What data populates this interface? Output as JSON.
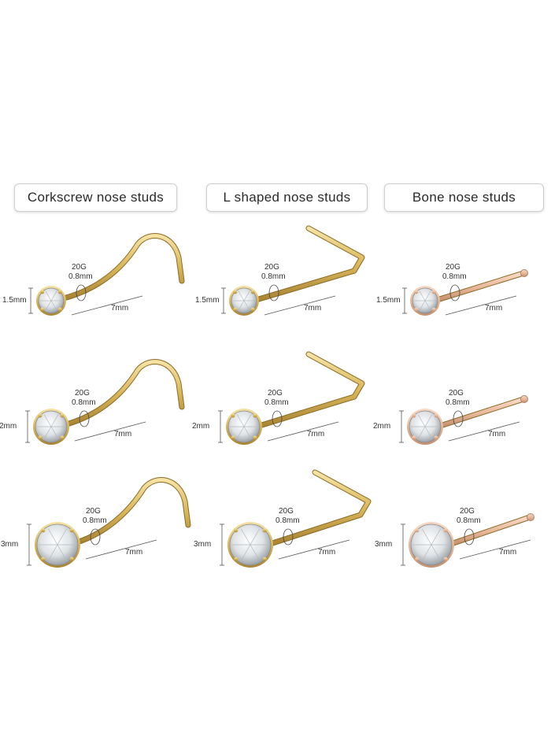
{
  "columns": [
    {
      "title": "Corkscrew nose studs",
      "type": "corkscrew",
      "metal": "gold"
    },
    {
      "title": "L shaped nose studs",
      "type": "lshape",
      "metal": "gold"
    },
    {
      "title": "Bone nose studs",
      "type": "bone",
      "metal": "rose-gold"
    }
  ],
  "rows": [
    {
      "gem_size": "1.5mm",
      "gauge": "20G",
      "wire": "0.8mm",
      "length": "7mm"
    },
    {
      "gem_size": "2mm",
      "gauge": "20G",
      "wire": "0.8mm",
      "length": "7mm"
    },
    {
      "gem_size": "3mm",
      "gauge": "20G",
      "wire": "0.8mm",
      "length": "7mm"
    }
  ],
  "colors": {
    "gold": "#d9b75a",
    "rose_gold": "#e8b99a",
    "dimension_line": "#555555"
  }
}
